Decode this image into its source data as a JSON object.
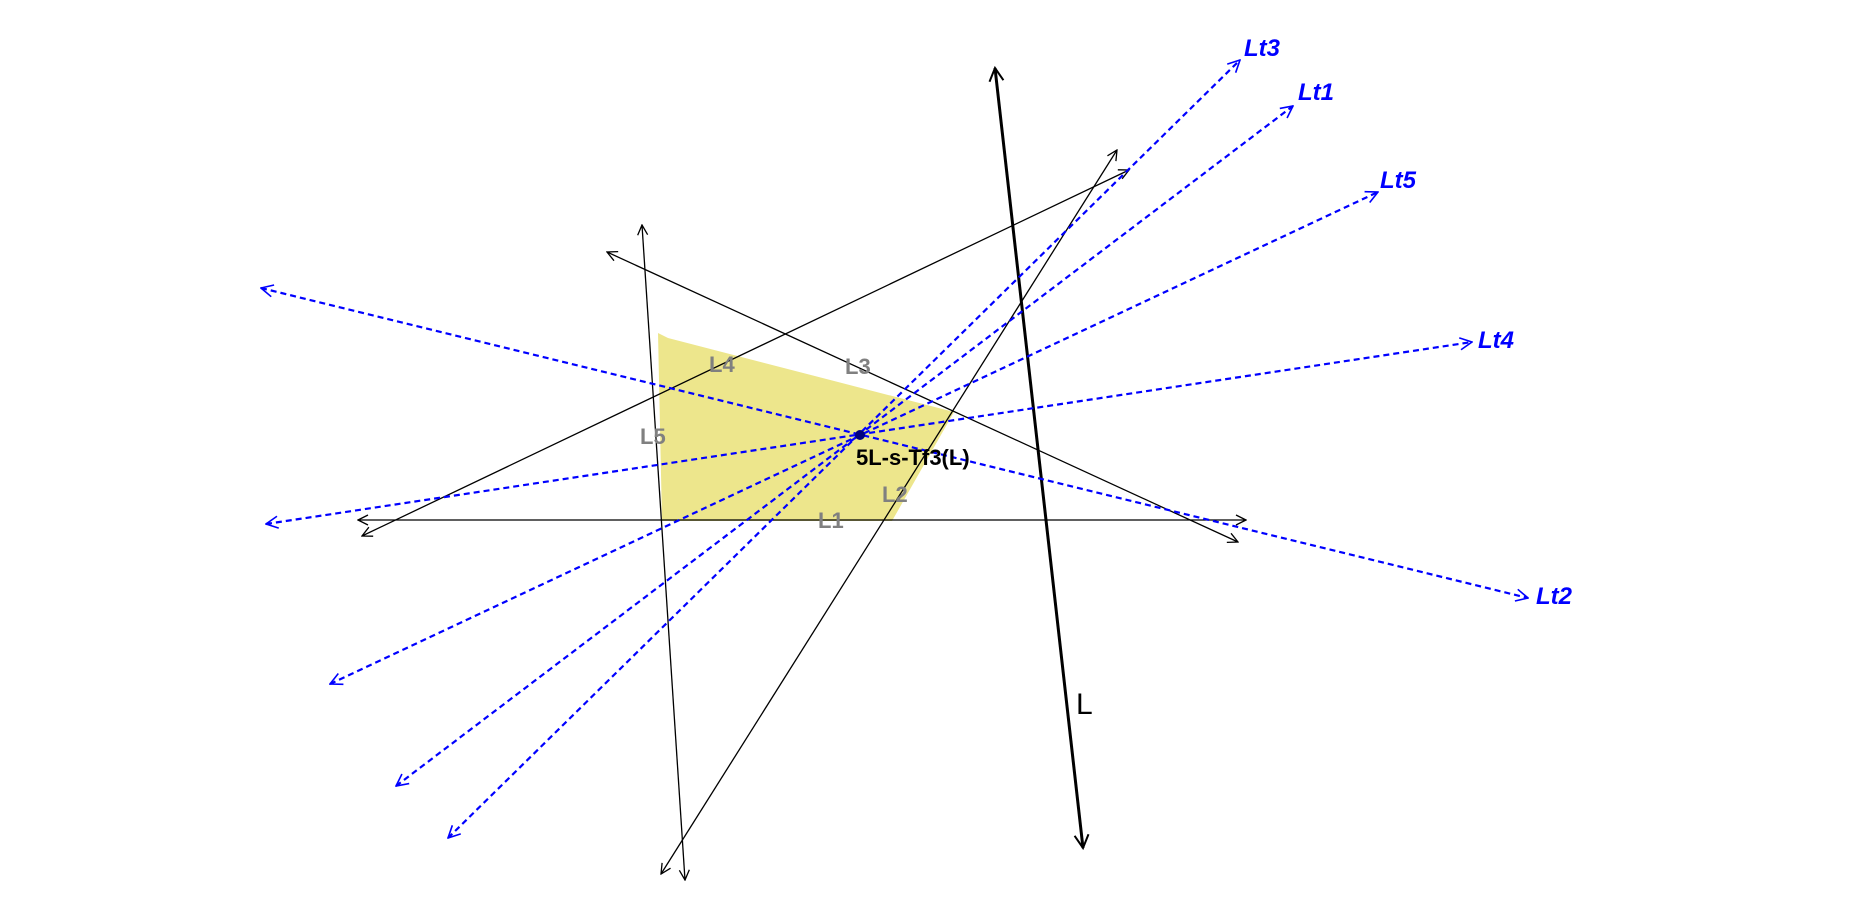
{
  "diagram": {
    "region_fill": "#ede68c",
    "thin_line_color": "#000000",
    "dashed_line_color": "#0000ff",
    "point_color": "#000080",
    "labels": {
      "L1": "L1",
      "L2": "L2",
      "L3": "L3",
      "L4": "L4",
      "L5": "L5",
      "L": "L",
      "point": "5L-s-Tf3(L)",
      "Lt1": "Lt1",
      "Lt2": "Lt2",
      "Lt3": "Lt3",
      "Lt4": "Lt4",
      "Lt5": "Lt5"
    }
  }
}
